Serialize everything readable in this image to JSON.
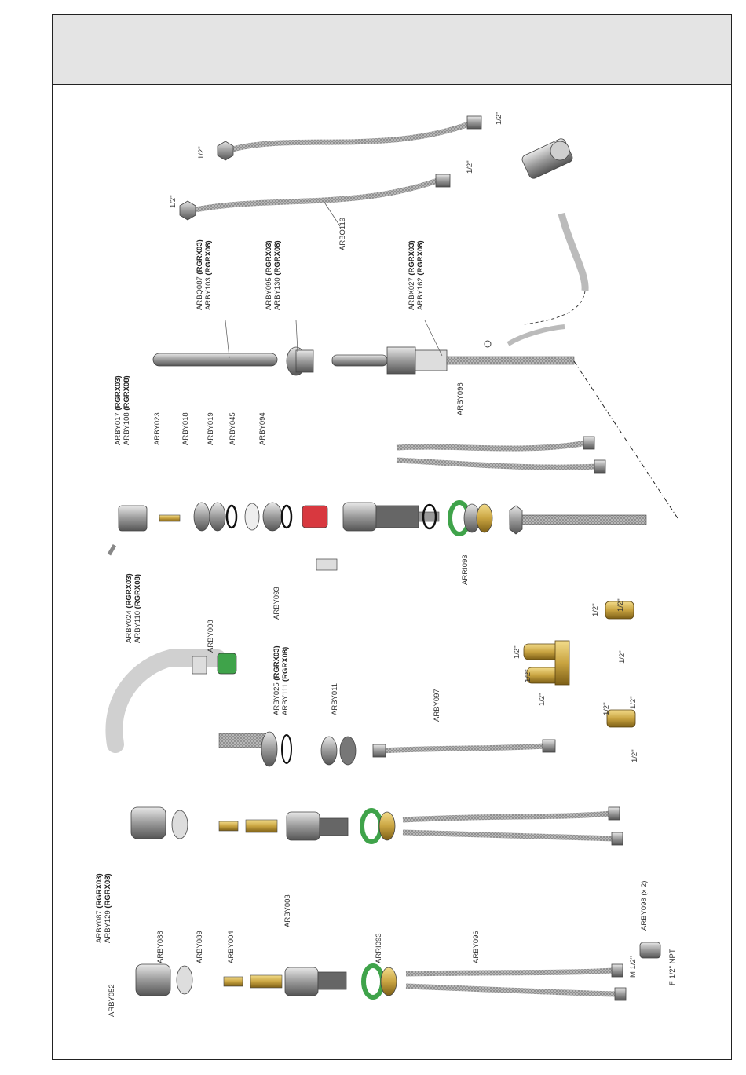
{
  "labels": {
    "arbq119": "ARBQ119",
    "hose_top_right_size": "1/2\"",
    "hose_top_left_size": "1/2\"",
    "hose_mid_right_size": "1/2\"",
    "hose_mid_left_size": "1/2\"",
    "arbq087_a": "ARBQ087",
    "arbq087_a_tag": "(RGRX03)",
    "arbq087_b": "ARBY103",
    "arbq087_b_tag": "(RGRX08)",
    "arby095_a": "ARBY095",
    "arby095_a_tag": "(RGRX03)",
    "arby095_b": "ARBY130",
    "arby095_b_tag": "(RGRX08)",
    "arbx027_a": "ARBX027",
    "arbx027_a_tag": "(RGRX03)",
    "arbx027_b": "ARBY162",
    "arbx027_b_tag": "(RGRX08)",
    "arby017_a": "ARBY017",
    "arby017_a_tag": "(RGRX03)",
    "arby017_b": "ARBY108",
    "arby017_b_tag": "(RGRX08)",
    "arby023": "ARBY023",
    "arby018": "ARBY018",
    "arby019": "ARBY019",
    "arby045": "ARBY045",
    "arby094": "ARBY094",
    "arby096_top": "ARBY096",
    "arby024_a": "ARBY024",
    "arby024_a_tag": "(RGRX03)",
    "arby024_b": "ARBY110",
    "arby024_b_tag": "(RGRX08)",
    "arby093": "ARBY093",
    "arri093_top": "ARRI093",
    "arby008": "ARBY008",
    "arby025_a": "ARBY025",
    "arby025_a_tag": "(RGRX03)",
    "arby025_b": "ARBY111",
    "arby025_b_tag": "(RGRX08)",
    "arby011": "ARBY011",
    "arby097": "ARBY097",
    "fit1_a": "1/2\"",
    "fit1_b": "1/2\"",
    "fit1_c": "1/2\"",
    "fit2_a": "1/2\"",
    "fit2_b": "1/2\"",
    "fit2_c": "1/2\"",
    "fit3_a": "1/2\"",
    "fit3_b": "1/2\"",
    "fit3_c": "1/2\"",
    "arby003": "ARBY003",
    "arby087_a": "ARBY087",
    "arby087_a_tag": "(RGRX03)",
    "arby087_b": "ARBY129",
    "arby087_b_tag": "(RGRX08)",
    "arby052": "ARBY052",
    "arby088": "ARBY088",
    "arby089": "ARBY089",
    "arby004": "ARBY004",
    "arri093_bottom": "ARRI093",
    "arby096_bottom": "ARBY096",
    "arby098": "ARBY098 (x 2)",
    "m_half": "M 1/2\"",
    "f_half_npt": "F 1/2\" NPT"
  },
  "colors": {
    "brass": "#c9a441",
    "green_washer": "#3fa34a",
    "red_part": "#d8383f",
    "steel": "#a9a9a9"
  }
}
